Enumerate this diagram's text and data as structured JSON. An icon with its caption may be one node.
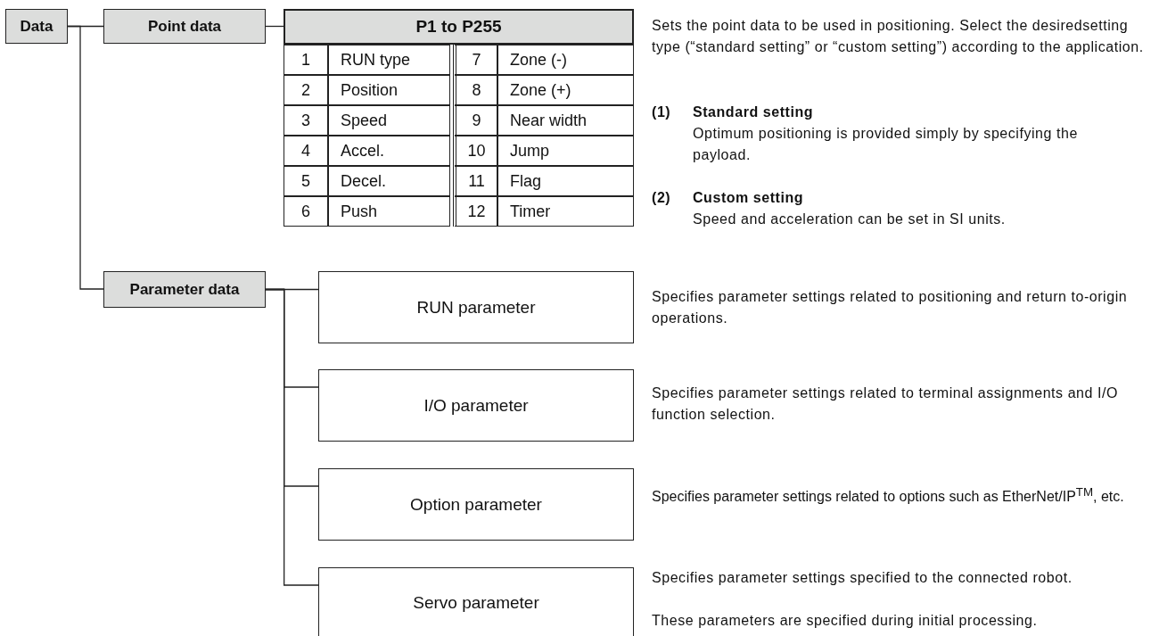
{
  "diagram": {
    "nodes": [
      {
        "text": [
          "Data"
        ]
      },
      {
        "text": [
          "Point data"
        ]
      },
      {
        "text": [
          "P1 to P255",
          "1",
          "RUN type",
          "7",
          "Zone (-)",
          "2",
          "Position",
          "8",
          "Zone (+)",
          "3",
          "Speed",
          "9",
          "Near width",
          "4",
          "Accel.",
          "10",
          "Jump",
          "5",
          "Decel.",
          "11",
          "Flag",
          "6",
          "Push",
          "12",
          "Timer"
        ],
        "beside": [
          "Sets the point data to be used in positioning. Select the desiredsetting type (“standard setting” or “custom setting”) according to the application.",
          "(1)",
          "Standard setting",
          "Optimum positioning is provided simply by specifying the payload.",
          "(2)",
          "Custom setting",
          "Speed and acceleration can be set in SI units."
        ]
      },
      {
        "text": [
          "Parameter data"
        ]
      },
      {
        "text": [
          "RUN parameter"
        ],
        "beside": [
          "Specifies parameter settings related to positioning and return to-origin operations."
        ]
      },
      {
        "text": [
          "I/O parameter"
        ],
        "beside": [
          "Specifies parameter settings related to terminal assignments and I/O function selection."
        ]
      },
      {
        "text": [
          "Option parameter"
        ],
        "beside": [
          "Specifies parameter settings related to options such as EtherNet/IP$^{TM}$, etc."
        ]
      },
      {
        "text": [
          "Servo parameter"
        ],
        "beside": [
          "Specifies parameter settings specified to the connected robot.",
          "These parameters are specified during initial processing."
        ]
      }
    ],
    "edges": [
      {
        "from": 0,
        "to": 1,
        "arrow": "none"
      },
      {
        "from": 0,
        "to": 3,
        "arrow": "none"
      },
      {
        "from": 1,
        "to": 2,
        "arrow": "none"
      },
      {
        "from": 3,
        "to": 4,
        "arrow": "none"
      },
      {
        "from": 3,
        "to": 5,
        "arrow": "none"
      },
      {
        "from": 3,
        "to": 6,
        "arrow": "none"
      },
      {
        "from": 3,
        "to": 7,
        "arrow": "none"
      }
    ]
  }
}
